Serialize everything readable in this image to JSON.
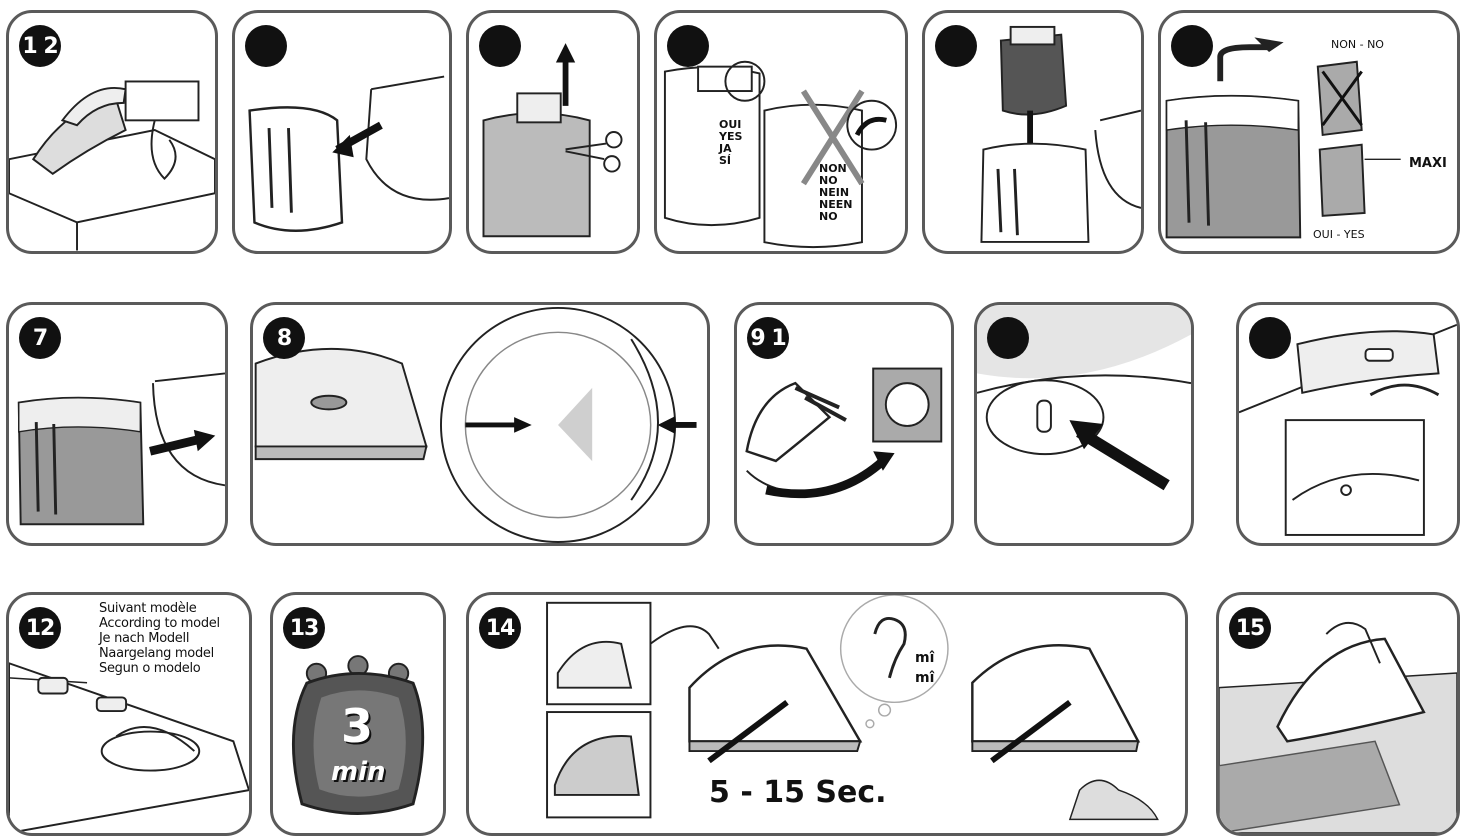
{
  "panels": [
    {
      "id": "p1",
      "badge": "1 2"
    },
    {
      "id": "p2",
      "badge": ""
    },
    {
      "id": "p3",
      "badge": ""
    },
    {
      "id": "p4",
      "badge": "",
      "yes_words": [
        "OUI",
        "YES",
        "JA",
        "SÍ"
      ],
      "no_words": [
        "NON",
        "NO",
        "NEIN",
        "NEEN",
        "NO"
      ]
    },
    {
      "id": "p5",
      "badge": ""
    },
    {
      "id": "p6",
      "badge": "",
      "non_label": "NON - NO",
      "maxi_label": "MAXI",
      "oui_label": "OUI - YES"
    },
    {
      "id": "p7",
      "badge": "7"
    },
    {
      "id": "p8",
      "badge": "8"
    },
    {
      "id": "p9",
      "badge": "9 1"
    },
    {
      "id": "p10",
      "badge": ""
    },
    {
      "id": "p11",
      "badge": ""
    },
    {
      "id": "p12",
      "badge": "12",
      "notes": [
        "Suivant modèle",
        "According to model",
        "Je nach Modell",
        "Naargelang model",
        "Segun o modelo"
      ]
    },
    {
      "id": "p13",
      "badge": "13",
      "timer_value": "3",
      "timer_unit": "min"
    },
    {
      "id": "p14",
      "badge": "14",
      "duration": "5 - 15 Sec.",
      "sound": "mî"
    },
    {
      "id": "p15",
      "badge": "15"
    }
  ]
}
